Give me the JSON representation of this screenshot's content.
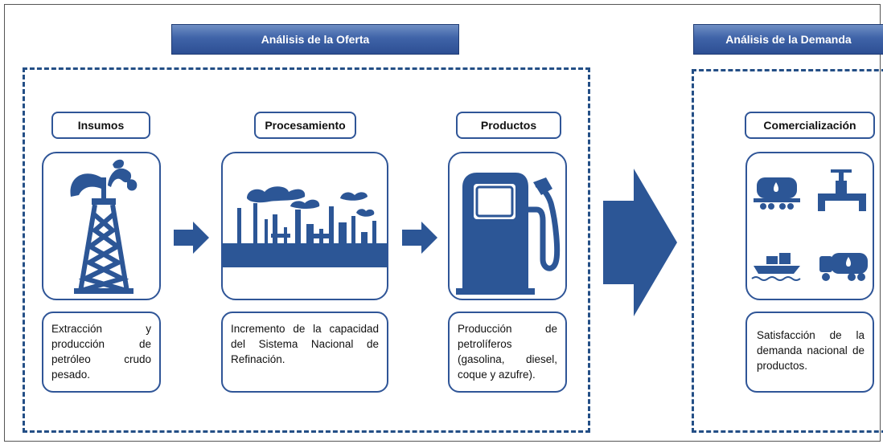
{
  "supply": {
    "title": "Análisis de la Oferta",
    "stages": [
      {
        "label": "Insumos",
        "icon": "oil-derrick-icon",
        "description": "Extracción y producción de petróleo crudo pesado."
      },
      {
        "label": "Procesamiento",
        "icon": "refinery-icon",
        "description": "Incremento de la capacidad del Sistema Nacional de Refinación."
      },
      {
        "label": "Productos",
        "icon": "fuel-pump-icon",
        "description": "Producción de petrolíferos (gasolina, diesel, coque y azufre)."
      }
    ]
  },
  "demand": {
    "title": "Análisis de la Demanda",
    "stages": [
      {
        "label": "Comercialización",
        "icon": "transport-icon",
        "description": "Satisfacción de la demanda nacional de productos."
      }
    ]
  },
  "colors": {
    "primary": "#2f5597",
    "icon_fill": "#2c5696",
    "dash": "#244f86"
  }
}
